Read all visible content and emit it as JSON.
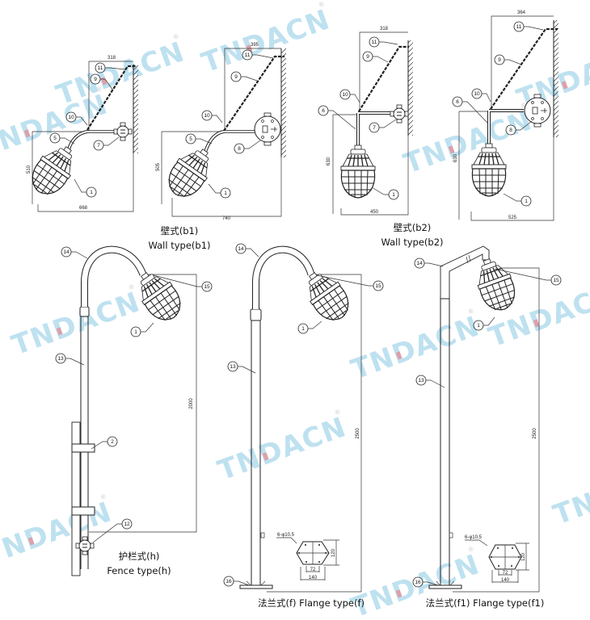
{
  "watermark": {
    "text": "TNDACN",
    "registered": "®",
    "color": "#a9d8ec",
    "accent": "#e8858a"
  },
  "views": {
    "b1_left": {
      "dims": {
        "top": "318",
        "height": "510",
        "bottom": "668"
      },
      "callouts": [
        "11",
        "9",
        "10",
        "5",
        "7",
        "1"
      ]
    },
    "b1_right": {
      "dims": {
        "top": "395",
        "height": "505",
        "bottom": "740"
      },
      "callouts": [
        "11",
        "9",
        "10",
        "5",
        "8",
        "1"
      ]
    },
    "b2_left": {
      "dims": {
        "top": "318",
        "height": "630",
        "bottom": "450"
      },
      "callouts": [
        "11",
        "9",
        "10",
        "6",
        "7",
        "1"
      ]
    },
    "b2_right": {
      "dims": {
        "top": "364",
        "height": "630",
        "bottom": "525"
      },
      "callouts": [
        "11",
        "9",
        "10",
        "6",
        "8",
        "1"
      ]
    },
    "fence": {
      "dims": {
        "height": "2000"
      },
      "callouts": [
        "14",
        "15",
        "1",
        "13",
        "2",
        "12"
      ]
    },
    "flange_f": {
      "dims": {
        "height": "2500",
        "holes": "6-φ10.5",
        "h120": "120",
        "w72": "72",
        "w140": "140"
      },
      "callouts": [
        "14",
        "15",
        "1",
        "13",
        "16"
      ]
    },
    "flange_f1": {
      "dims": {
        "height": "2500",
        "holes": "6-φ10.5",
        "h120": "120",
        "w72": "72",
        "w140": "140"
      },
      "callouts": [
        "14",
        "15",
        "1",
        "13",
        "16"
      ]
    }
  },
  "captions": {
    "b1_cn": "壁式(b1)",
    "b1_en": "Wall type(b1)",
    "b2_cn": "壁式(b2)",
    "b2_en": "Wall type(b2)",
    "h_cn": "护栏式(h)",
    "h_en": "Fence type(h)",
    "f": "法兰式(f) Flange type(f)",
    "f1": "法兰式(f1) Flange type(f1)"
  }
}
